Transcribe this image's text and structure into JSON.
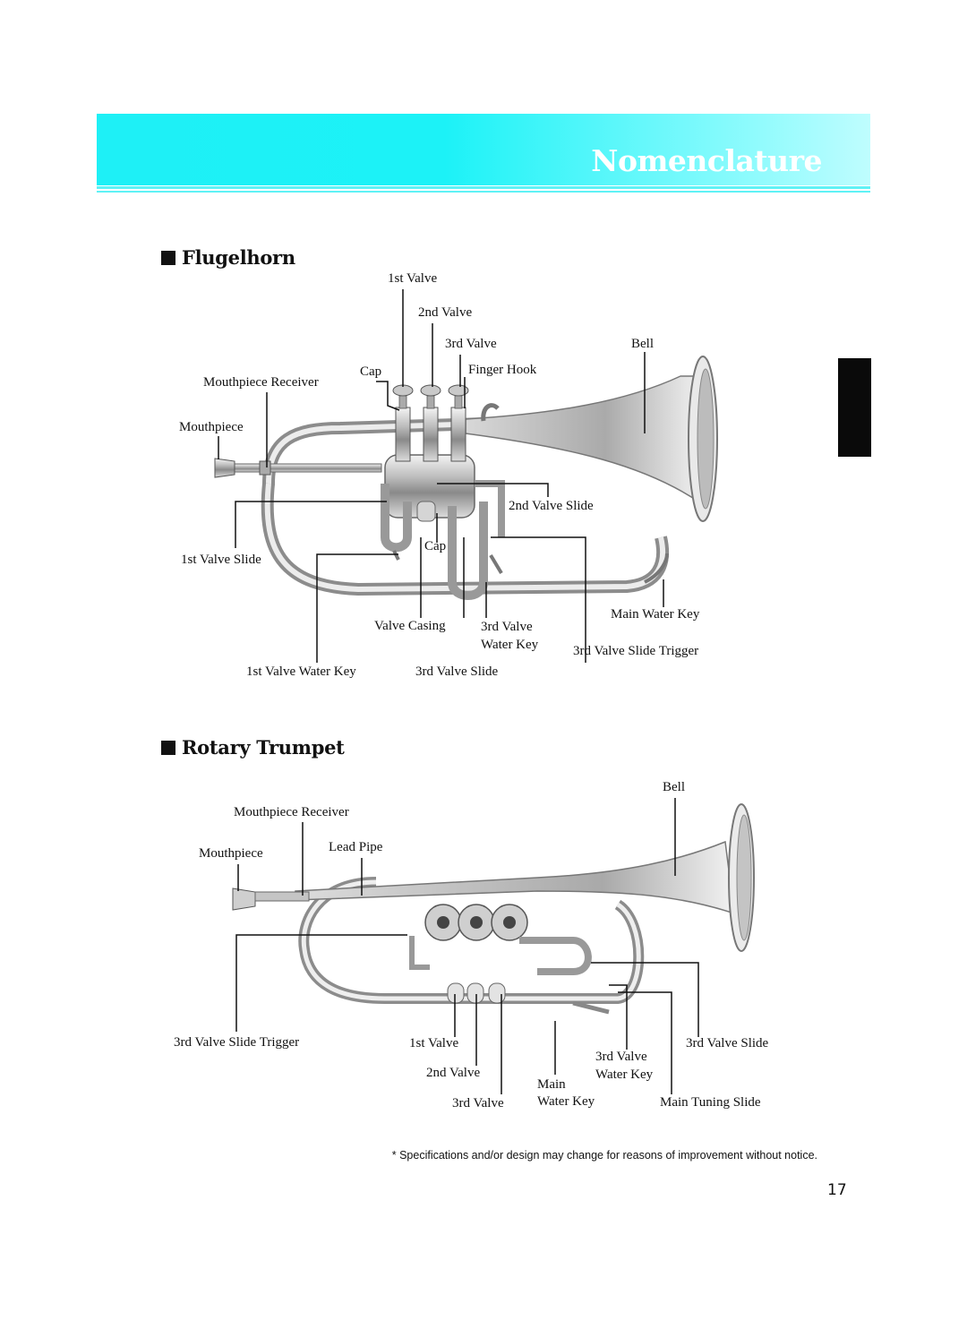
{
  "header": {
    "title": "Nomenclature"
  },
  "sections": [
    {
      "title": "Flugelhorn"
    },
    {
      "title": "Rotary Trumpet"
    }
  ],
  "flugelhorn_labels": {
    "valve1": "1st Valve",
    "valve2": "2nd Valve",
    "valve3": "3rd Valve",
    "bell": "Bell",
    "cap_top": "Cap",
    "finger_hook": "Finger Hook",
    "mouthpiece_receiver": "Mouthpiece Receiver",
    "mouthpiece": "Mouthpiece",
    "valve2_slide": "2nd Valve Slide",
    "valve1_slide": "1st Valve Slide",
    "cap_mid": "Cap",
    "main_water_key": "Main Water Key",
    "valve_casing": "Valve Casing",
    "valve3_water_key_1": "3rd Valve",
    "valve3_water_key_2": "Water Key",
    "valve3_slide_trigger": "3rd Valve Slide Trigger",
    "valve1_water_key": "1st Valve Water Key",
    "valve3_slide": "3rd Valve Slide"
  },
  "rotary_labels": {
    "bell": "Bell",
    "mouthpiece_receiver": "Mouthpiece Receiver",
    "lead_pipe": "Lead Pipe",
    "mouthpiece": "Mouthpiece",
    "valve3_slide_trigger": "3rd Valve Slide Trigger",
    "valve1": "1st Valve",
    "valve3_slide": "3rd Valve Slide",
    "valve3_water_key_1": "3rd Valve",
    "valve3_water_key_2": "Water Key",
    "valve2": "2nd Valve",
    "main_water_key_1": "Main",
    "main_water_key_2": "Water Key",
    "valve3": "3rd Valve",
    "main_tuning_slide": "Main Tuning Slide"
  },
  "footer": {
    "note": "* Specifications and/or design may change for reasons of improvement without notice.",
    "page_number": "17"
  }
}
